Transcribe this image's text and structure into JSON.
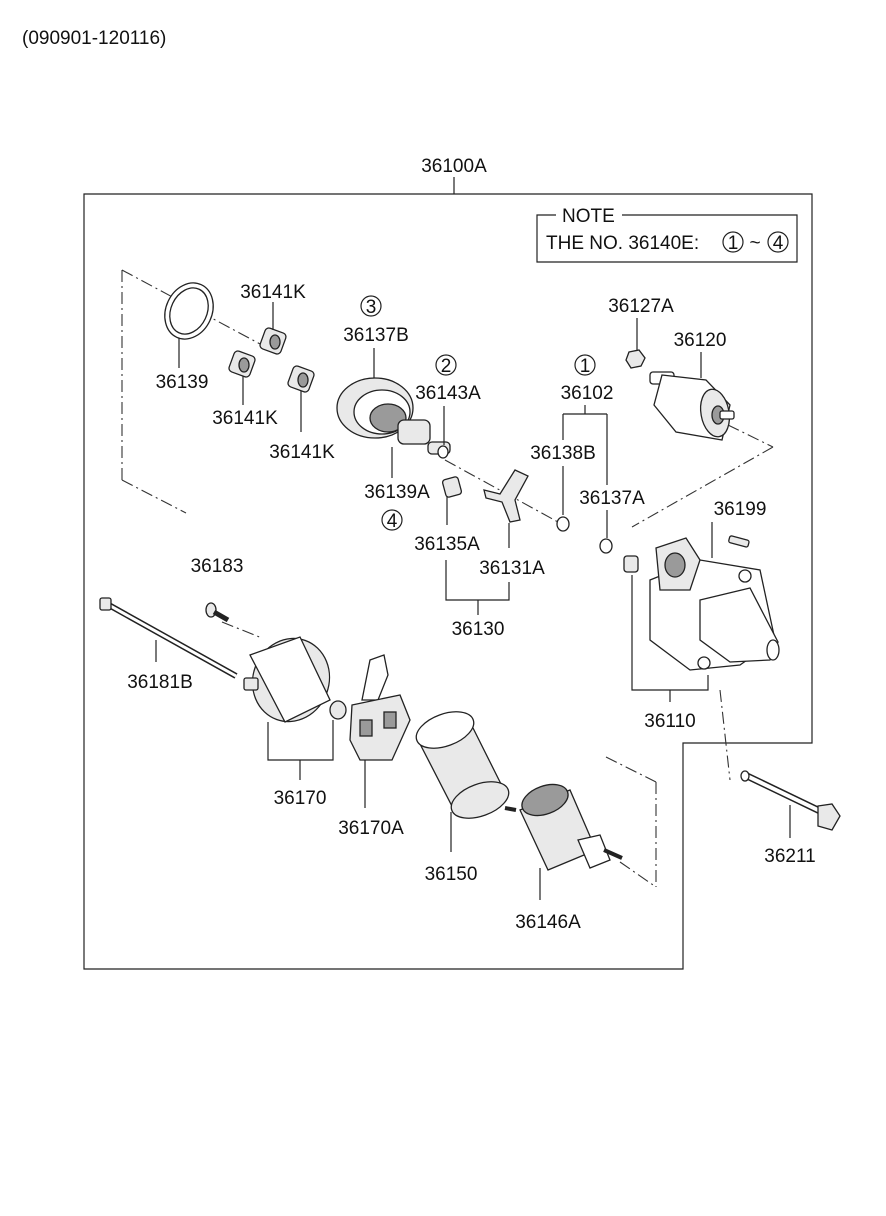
{
  "header": {
    "date_range": "(090901-120116)"
  },
  "note": {
    "title": "NOTE",
    "text_prefix": "THE NO. 36140E:",
    "range_start": "1",
    "range_sep": "~",
    "range_end": "4"
  },
  "assembly": {
    "main_part": "36100A"
  },
  "parts": {
    "p36141K_a": "36141K",
    "p36141K_b": "36141K",
    "p36141K_c": "36141K",
    "p36139": "36139",
    "p36137B": "36137B",
    "p36143A": "36143A",
    "p36139A": "36139A",
    "p36135A": "36135A",
    "p36131A": "36131A",
    "p36130": "36130",
    "p36102": "36102",
    "p36138B": "36138B",
    "p36137A": "36137A",
    "p36127A": "36127A",
    "p36120": "36120",
    "p36199": "36199",
    "p36110": "36110",
    "p36183": "36183",
    "p36181B": "36181B",
    "p36170": "36170",
    "p36170A": "36170A",
    "p36150": "36150",
    "p36146A": "36146A",
    "p36211": "36211"
  },
  "circled": {
    "c3": "3",
    "c2": "2",
    "c1": "1",
    "c4": "4"
  }
}
